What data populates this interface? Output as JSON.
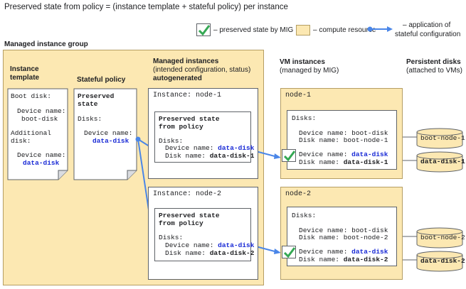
{
  "title": "Preserved state from policy = (instance template + stateful policy) per instance",
  "legend": {
    "preserved_label": "– preserved state by MIG",
    "compute_label": "– compute resource",
    "stateful_label_line1": "– application of",
    "stateful_label_line2": "stateful configuration"
  },
  "mig": {
    "title": "Managed instance group",
    "template": {
      "heading_line1": "Instance",
      "heading_line2": "template",
      "boot_disk": "Boot disk:",
      "device_name_label": "Device name:",
      "boot_value": "boot-disk",
      "additional_line1": "Additional",
      "additional_line2": "disk:",
      "device_name_label2": "Device name:",
      "data_value": "data-disk"
    },
    "policy": {
      "heading": "Stateful policy",
      "preserved_line1": "Preserved",
      "preserved_line2": "state",
      "disks": "Disks:",
      "device_name_label": "Device name:",
      "data_value": "data-disk"
    },
    "instances": {
      "heading": "Managed instances",
      "subheading": "(intended configuration, status)",
      "autogenerated": "autogenerated",
      "items": [
        {
          "title": "Instance: node-1",
          "ps_line1": "Preserved state",
          "ps_line2": "from policy",
          "disks": "Disks:",
          "device_label": "Device name: ",
          "device_value": "data-disk",
          "disk_label": "Disk name: ",
          "disk_value": "data-disk-1"
        },
        {
          "title": "Instance: node-2",
          "ps_line1": "Preserved state",
          "ps_line2": "from policy",
          "disks": "Disks:",
          "device_label": "Device name: ",
          "device_value": "data-disk",
          "disk_label": "Disk name: ",
          "disk_value": "data-disk-2"
        }
      ]
    }
  },
  "vm": {
    "heading": "VM instances",
    "subheading": "(managed by MIG)",
    "items": [
      {
        "title": "node-1",
        "disks": "Disks:",
        "boot_device": "Device name: boot-disk",
        "boot_disk": "Disk name: boot-node-1",
        "data_device_label": "Device name: ",
        "data_device_value": "data-disk",
        "data_disk_label": "Disk name: ",
        "data_disk_value": "data-disk-1"
      },
      {
        "title": "node-2",
        "disks": "Disks:",
        "boot_device": "Device name: boot-disk",
        "boot_disk": "Disk name: boot-node-2",
        "data_device_label": "Device name: ",
        "data_device_value": "data-disk",
        "data_disk_label": "Disk name: ",
        "data_disk_value": "data-disk-2"
      }
    ]
  },
  "persistent": {
    "heading": "Persistent disks",
    "subheading": "(attached to VMs)",
    "disks": [
      "boot-node-1",
      "data-disk-1",
      "boot-node-2",
      "data-disk-2"
    ]
  },
  "colors": {
    "compute": "#fce8b2",
    "accent_blue": "#1a2bd6",
    "arrow_blue": "#4a86e8",
    "check_green": "#34a853"
  }
}
